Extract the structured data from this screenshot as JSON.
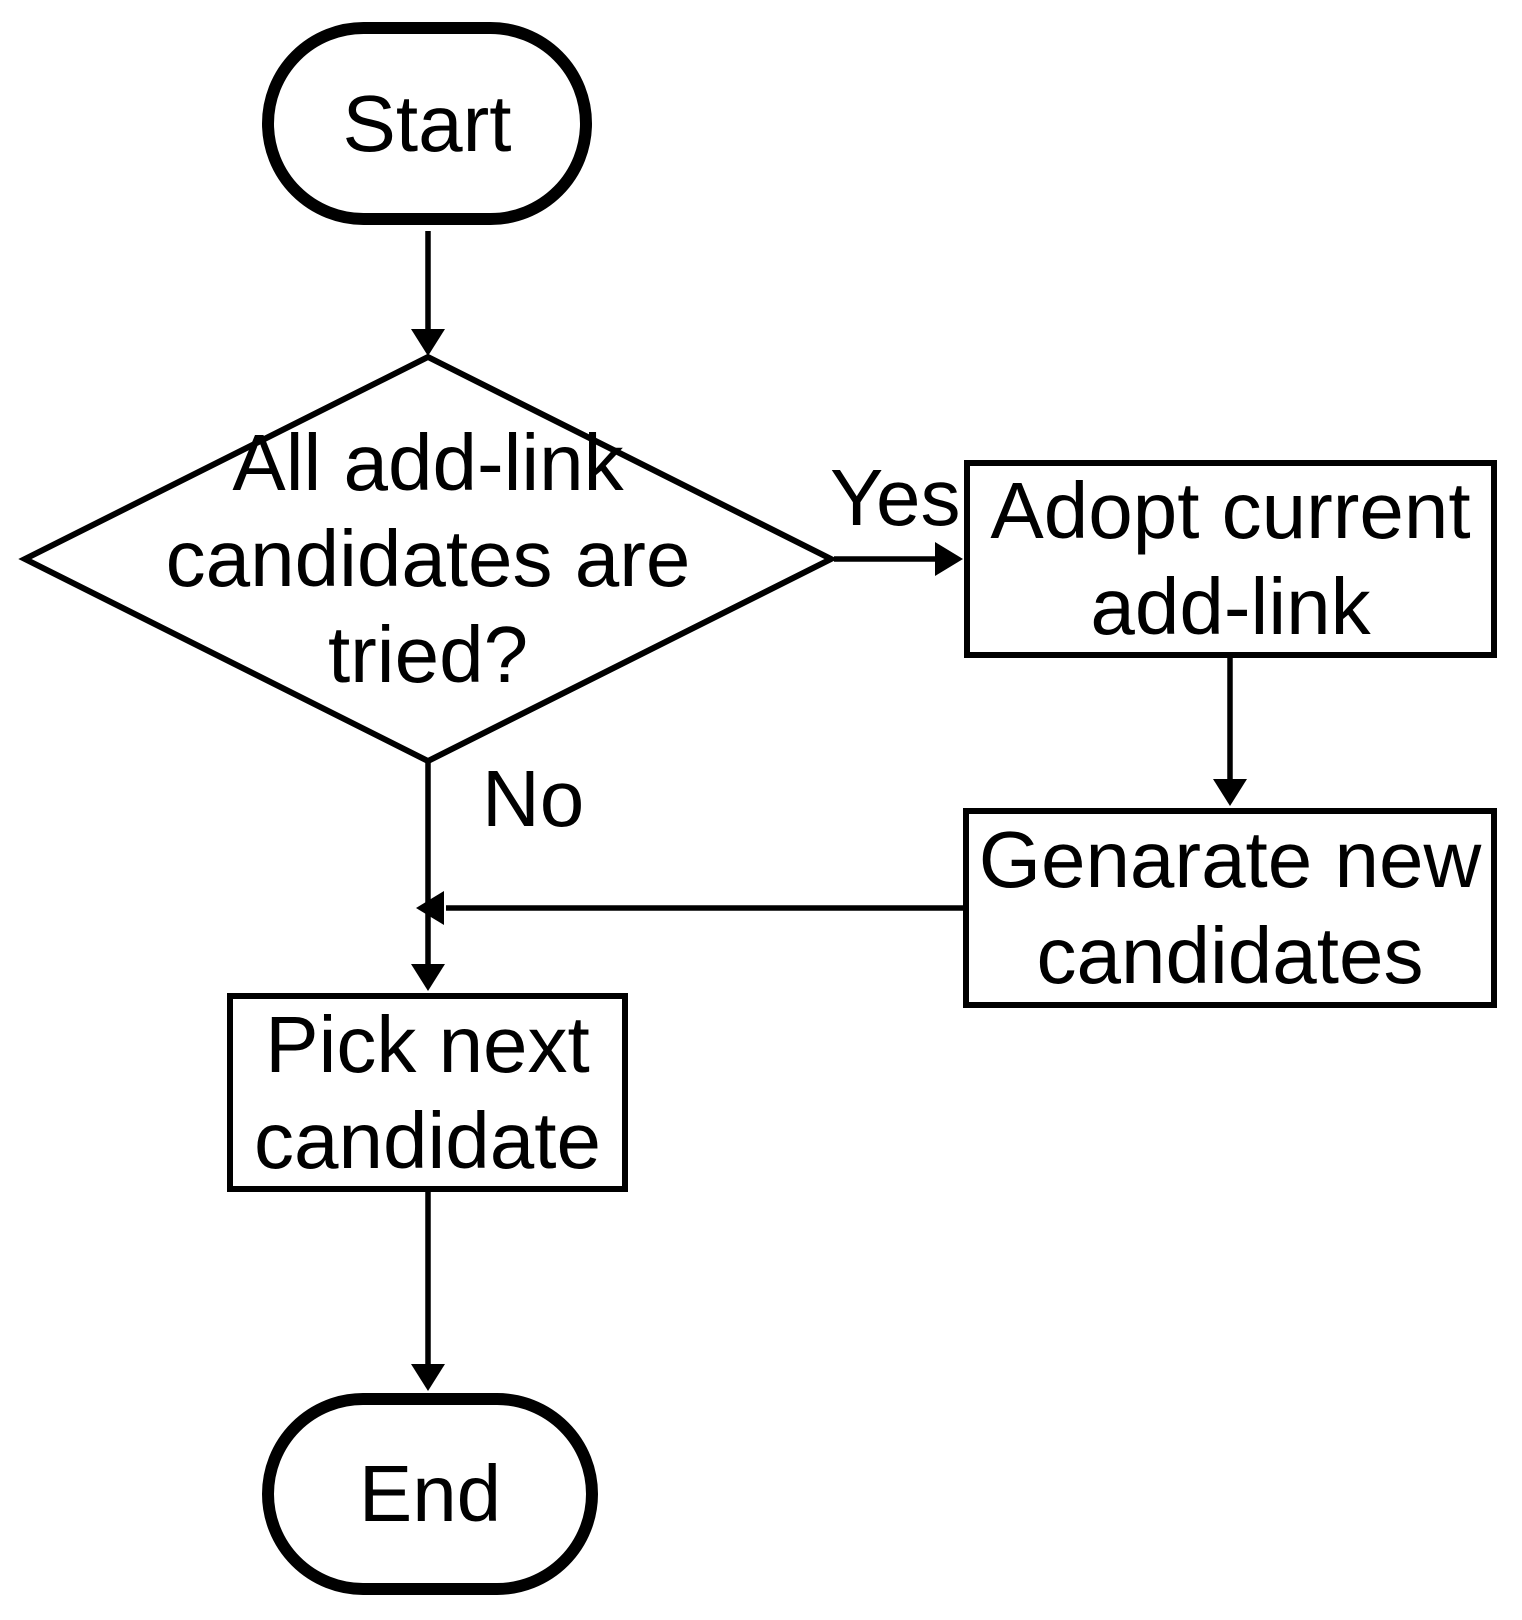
{
  "diagram_type": "flowchart",
  "colors": {
    "stroke": "#000000",
    "text": "#000000",
    "background": "#ffffff"
  },
  "nodes": {
    "start": "Start",
    "decision": "All add-link\ncandidates are\ntried?",
    "adopt": "Adopt current\nadd-link",
    "generate": "Genarate new\ncandidates",
    "pick": "Pick next\ncandidate",
    "end": "End"
  },
  "edge_labels": {
    "yes": "Yes",
    "no": "No"
  }
}
